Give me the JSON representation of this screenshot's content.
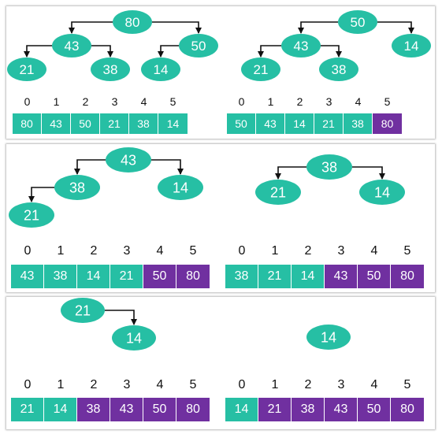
{
  "colors": {
    "node": "#26bfa4",
    "sorted": "#7030a0",
    "edge": "#111111"
  },
  "steps": [
    {
      "tree": {
        "nodes": [
          "80",
          "43",
          "50",
          "21",
          "38",
          "14"
        ],
        "edges": [
          [
            0,
            1
          ],
          [
            0,
            2
          ],
          [
            1,
            3
          ],
          [
            1,
            4
          ],
          [
            2,
            5
          ]
        ]
      },
      "indices": [
        "0",
        "1",
        "2",
        "3",
        "4",
        "5"
      ],
      "array": [
        "80",
        "43",
        "50",
        "21",
        "38",
        "14"
      ],
      "sorted_from": 6
    },
    {
      "tree": {
        "nodes": [
          "50",
          "43",
          "14",
          "21",
          "38"
        ],
        "edges": [
          [
            0,
            1
          ],
          [
            0,
            2
          ],
          [
            1,
            3
          ],
          [
            1,
            4
          ]
        ]
      },
      "indices": [
        "0",
        "1",
        "2",
        "3",
        "4",
        "5"
      ],
      "array": [
        "50",
        "43",
        "14",
        "21",
        "38",
        "80"
      ],
      "sorted_from": 5
    },
    {
      "tree": {
        "nodes": [
          "43",
          "38",
          "14",
          "21"
        ],
        "edges": [
          [
            0,
            1
          ],
          [
            0,
            2
          ],
          [
            1,
            3
          ]
        ]
      },
      "indices": [
        "0",
        "1",
        "2",
        "3",
        "4",
        "5"
      ],
      "array": [
        "43",
        "38",
        "14",
        "21",
        "50",
        "80"
      ],
      "sorted_from": 4
    },
    {
      "tree": {
        "nodes": [
          "38",
          "21",
          "14"
        ],
        "edges": [
          [
            0,
            1
          ],
          [
            0,
            2
          ]
        ]
      },
      "indices": [
        "0",
        "1",
        "2",
        "3",
        "4",
        "5"
      ],
      "array": [
        "38",
        "21",
        "14",
        "43",
        "50",
        "80"
      ],
      "sorted_from": 3
    },
    {
      "tree": {
        "nodes": [
          "21",
          "14"
        ],
        "edges": [
          [
            0,
            1
          ]
        ]
      },
      "indices": [
        "0",
        "1",
        "2",
        "3",
        "4",
        "5"
      ],
      "array": [
        "21",
        "14",
        "38",
        "43",
        "50",
        "80"
      ],
      "sorted_from": 2
    },
    {
      "tree": {
        "nodes": [
          "14"
        ],
        "edges": []
      },
      "indices": [
        "0",
        "1",
        "2",
        "3",
        "4",
        "5"
      ],
      "array": [
        "14",
        "21",
        "38",
        "43",
        "50",
        "80"
      ],
      "sorted_from": 1
    }
  ]
}
